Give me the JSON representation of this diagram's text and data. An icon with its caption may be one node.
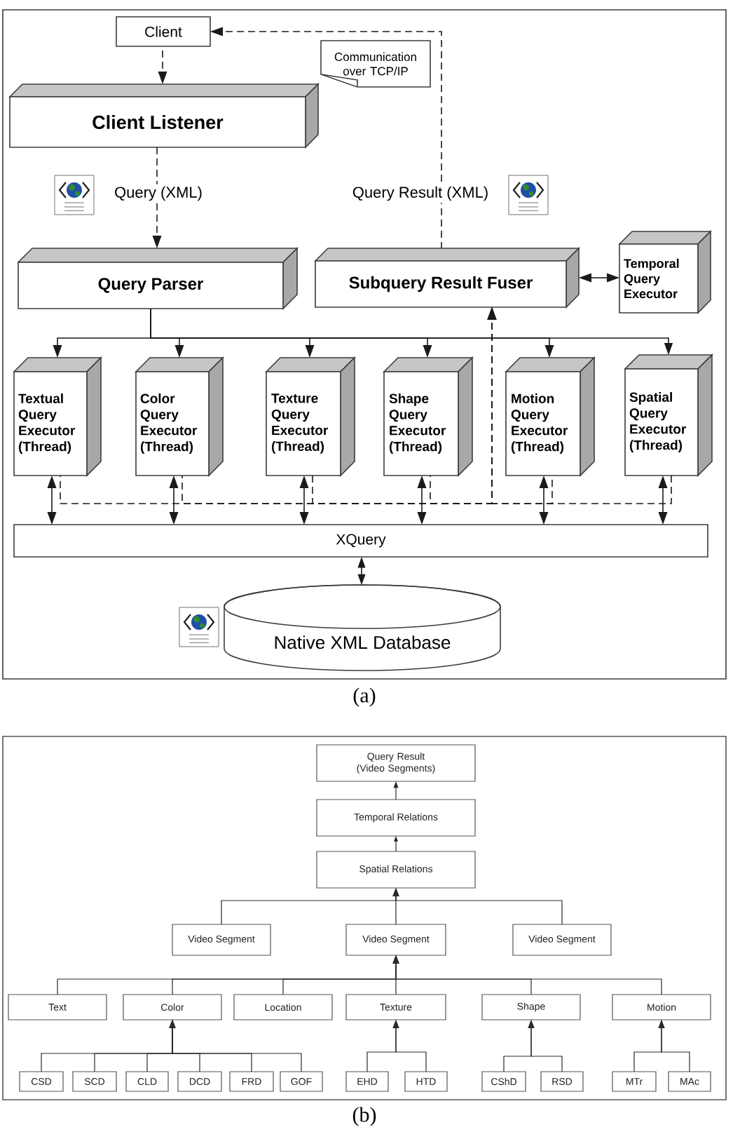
{
  "diagram": {
    "nodes": [
      {
        "text": [
          "(a)"
        ]
      },
      {
        "text": [
          "Client"
        ],
        "in": 0
      },
      {
        "text": [
          "Communication over TCP/IP"
        ],
        "in": 0
      },
      {
        "text": [
          "Client Listener"
        ],
        "in": 0
      },
      {
        "text": [
          "Query Parser"
        ],
        "in": 0
      },
      {
        "text": [
          "Subquery Result Fuser"
        ],
        "in": 0
      },
      {
        "text": [
          "Temporal Query Executor"
        ],
        "in": 0
      },
      {
        "text": [
          "Textual Query Executor (Thread)"
        ],
        "in": 0
      },
      {
        "text": [
          "Color Query Executor (Thread)"
        ],
        "in": 0
      },
      {
        "text": [
          "Texture Query Executor (Thread)"
        ],
        "in": 0
      },
      {
        "text": [
          "Shape Query Executor (Thread)"
        ],
        "in": 0
      },
      {
        "text": [
          "Motion Query Executor (Thread)"
        ],
        "in": 0
      },
      {
        "text": [
          "Spatial Query Executor (Thread)"
        ],
        "in": 0
      },
      {
        "text": [
          "XQuery"
        ],
        "in": 0
      },
      {
        "text": [
          "Native XML Database"
        ],
        "in": 0
      },
      {
        "text": [
          "(b)"
        ]
      },
      {
        "text": [
          "Query Result (Video Segments)"
        ],
        "in": 15
      },
      {
        "text": [
          "Temporal Relations"
        ],
        "in": 15
      },
      {
        "text": [
          "Spatial Relations"
        ],
        "in": 15
      },
      {
        "text": [
          "Video Segment"
        ],
        "in": 15
      },
      {
        "text": [
          "Video Segment"
        ],
        "in": 15
      },
      {
        "text": [
          "Video Segment"
        ],
        "in": 15
      },
      {
        "text": [
          "Text"
        ],
        "in": 15
      },
      {
        "text": [
          "Color"
        ],
        "in": 15
      },
      {
        "text": [
          "Location"
        ],
        "in": 15
      },
      {
        "text": [
          "Texture"
        ],
        "in": 15
      },
      {
        "text": [
          "Shape"
        ],
        "in": 15
      },
      {
        "text": [
          "Motion"
        ],
        "in": 15
      },
      {
        "text": [
          "CSD"
        ],
        "in": 15
      },
      {
        "text": [
          "SCD"
        ],
        "in": 15
      },
      {
        "text": [
          "CLD"
        ],
        "in": 15
      },
      {
        "text": [
          "DCD"
        ],
        "in": 15
      },
      {
        "text": [
          "FRD"
        ],
        "in": 15
      },
      {
        "text": [
          "GOF"
        ],
        "in": 15
      },
      {
        "text": [
          "EHD"
        ],
        "in": 15
      },
      {
        "text": [
          "HTD"
        ],
        "in": 15
      },
      {
        "text": [
          "CShD"
        ],
        "in": 15
      },
      {
        "text": [
          "RSD"
        ],
        "in": 15
      },
      {
        "text": [
          "MTr"
        ],
        "in": 15
      },
      {
        "text": [
          "MAc"
        ],
        "in": 15
      }
    ],
    "edges": [
      {
        "from": 1,
        "to": 3,
        "arrow": "to",
        "style": "dashed"
      },
      {
        "from": 3,
        "to": 4,
        "arrow": "to",
        "style": "dashed",
        "label": "Query (XML)"
      },
      {
        "from": 5,
        "to": 1,
        "arrow": "to",
        "style": "dashed",
        "label": "Query Result (XML)"
      },
      {
        "from": 5,
        "to": 6,
        "arrow": "both"
      },
      {
        "from": 4,
        "to": 7,
        "arrow": "to"
      },
      {
        "from": 4,
        "to": 8,
        "arrow": "to"
      },
      {
        "from": 4,
        "to": 9,
        "arrow": "to"
      },
      {
        "from": 4,
        "to": 10,
        "arrow": "to"
      },
      {
        "from": 4,
        "to": 11,
        "arrow": "to"
      },
      {
        "from": 4,
        "to": 12,
        "arrow": "to"
      },
      {
        "from": 7,
        "to": 5,
        "arrow": "to",
        "style": "dashed"
      },
      {
        "from": 8,
        "to": 5,
        "arrow": "to",
        "style": "dashed"
      },
      {
        "from": 9,
        "to": 5,
        "arrow": "to",
        "style": "dashed"
      },
      {
        "from": 10,
        "to": 5,
        "arrow": "to",
        "style": "dashed"
      },
      {
        "from": 11,
        "to": 5,
        "arrow": "to",
        "style": "dashed"
      },
      {
        "from": 12,
        "to": 5,
        "arrow": "to",
        "style": "dashed"
      },
      {
        "from": 7,
        "to": 13,
        "arrow": "both"
      },
      {
        "from": 8,
        "to": 13,
        "arrow": "both"
      },
      {
        "from": 9,
        "to": 13,
        "arrow": "both"
      },
      {
        "from": 10,
        "to": 13,
        "arrow": "both"
      },
      {
        "from": 11,
        "to": 13,
        "arrow": "both"
      },
      {
        "from": 12,
        "to": 13,
        "arrow": "both"
      },
      {
        "from": 13,
        "to": 14,
        "arrow": "both"
      },
      {
        "from": 17,
        "to": 16,
        "arrow": "to"
      },
      {
        "from": 18,
        "to": 17,
        "arrow": "to"
      },
      {
        "from": 19,
        "to": 18,
        "arrow": "to"
      },
      {
        "from": 20,
        "to": 18,
        "arrow": "to"
      },
      {
        "from": 21,
        "to": 18,
        "arrow": "to"
      },
      {
        "from": 22,
        "to": 20,
        "arrow": "to"
      },
      {
        "from": 23,
        "to": 20,
        "arrow": "to"
      },
      {
        "from": 24,
        "to": 20,
        "arrow": "to"
      },
      {
        "from": 25,
        "to": 20,
        "arrow": "to"
      },
      {
        "from": 26,
        "to": 20,
        "arrow": "to"
      },
      {
        "from": 27,
        "to": 20,
        "arrow": "to"
      },
      {
        "from": 28,
        "to": 23,
        "arrow": "to"
      },
      {
        "from": 29,
        "to": 23,
        "arrow": "to"
      },
      {
        "from": 30,
        "to": 23,
        "arrow": "to"
      },
      {
        "from": 31,
        "to": 23,
        "arrow": "to"
      },
      {
        "from": 32,
        "to": 23,
        "arrow": "to"
      },
      {
        "from": 33,
        "to": 23,
        "arrow": "to"
      },
      {
        "from": 34,
        "to": 25,
        "arrow": "to"
      },
      {
        "from": 35,
        "to": 25,
        "arrow": "to"
      },
      {
        "from": 36,
        "to": 26,
        "arrow": "to"
      },
      {
        "from": 37,
        "to": 26,
        "arrow": "to"
      },
      {
        "from": 38,
        "to": 27,
        "arrow": "to"
      },
      {
        "from": 39,
        "to": 27,
        "arrow": "to"
      }
    ]
  }
}
